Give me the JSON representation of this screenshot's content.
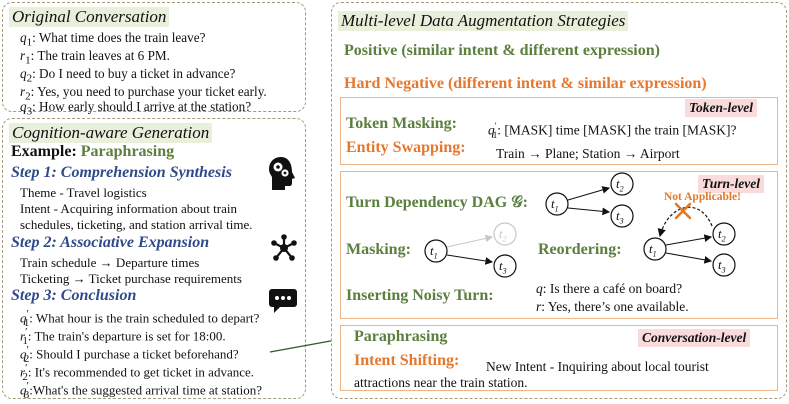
{
  "original": {
    "title": "Original Conversation",
    "lines": [
      {
        "sym": "q",
        "sub": "1",
        "text": ": What time does the train leave?"
      },
      {
        "sym": "r",
        "sub": "1",
        "text": ": The train leaves at 6 PM."
      },
      {
        "sym": "q",
        "sub": "2",
        "text": ": Do I need to buy a ticket in advance?"
      },
      {
        "sym": "r",
        "sub": "2",
        "text": ": Yes, you need to purchase your ticket early."
      },
      {
        "sym": "q",
        "sub": "3",
        "text": ": How early should I arrive at the station?"
      }
    ]
  },
  "cognition": {
    "title": "Cognition-aware Generation",
    "example_label": "Example: ",
    "example_value": "Paraphrasing",
    "step1": "Step 1: Comprehension Synthesis",
    "theme": "Theme - Travel logistics",
    "intent_l1": "Intent - Acquiring information about train",
    "intent_l2": "schedules, ticketing, and station arrival time.",
    "step2": "Step 2: Associative Expansion",
    "assoc_l1": "Train schedule → Departure times",
    "assoc_l2": "Ticketing → Ticket purchase requirements",
    "step3": "Step 3: Conclusion",
    "conclusion": [
      {
        "sym": "q",
        "sub": "1",
        "text": ": What hour is the train scheduled to depart?"
      },
      {
        "sym": "r",
        "sub": "1",
        "text": ": The train's departure is set for 18:00."
      },
      {
        "sym": "q",
        "sub": "2",
        "text": ": Should I purchase a ticket beforehand?"
      },
      {
        "sym": "r",
        "sub": "2",
        "text": ": It's recommended to get ticket in advance."
      },
      {
        "sym": "q",
        "sub": "3",
        "text": ":What's the suggested arrival time at station?"
      }
    ]
  },
  "multi": {
    "title": "Multi-level Data Augmentation Strategies",
    "positive": "Positive (similar intent & different expression)",
    "hard_negative": "Hard Negative (different intent & similar expression)",
    "token": {
      "level": "Token-level",
      "masking_label": "Token Masking:",
      "masking_prefix": "q",
      "masking_text": ": [MASK] time [MASK] the train [MASK]?",
      "swap_label": "Entity Swapping:",
      "swap_text": "Train → Plane; Station → Airport"
    },
    "turn": {
      "level": "Turn-level",
      "dag_label": "Turn Dependency DAG 𝒢:",
      "masking_label": "Masking:",
      "reordering_label": "Reordering:",
      "not_applicable": "Not Applicable!",
      "noisy_label": "Inserting Noisy Turn:",
      "noisy_q": ": Is there a café on board?",
      "noisy_r": ": Yes, there’s one available.",
      "nodes": {
        "t1": "t",
        "t2": "t",
        "t3": "t",
        "s1": "1",
        "s2": "2",
        "s3": "3"
      }
    },
    "conversation": {
      "level": "Conversation-level",
      "paraphrasing": "Paraphrasing",
      "shift_label": "Intent Shifting:",
      "shift_l1": "New Intent - Inquiring about local tourist",
      "shift_l2": "attractions near the train station."
    }
  },
  "colors": {
    "green": "#5b7f3e",
    "orange": "#e6772f",
    "blue": "#2f4a89",
    "cross": "#e07a2a"
  },
  "icons": [
    "head-gears-icon",
    "network-icon",
    "chat-bubble-icon"
  ]
}
